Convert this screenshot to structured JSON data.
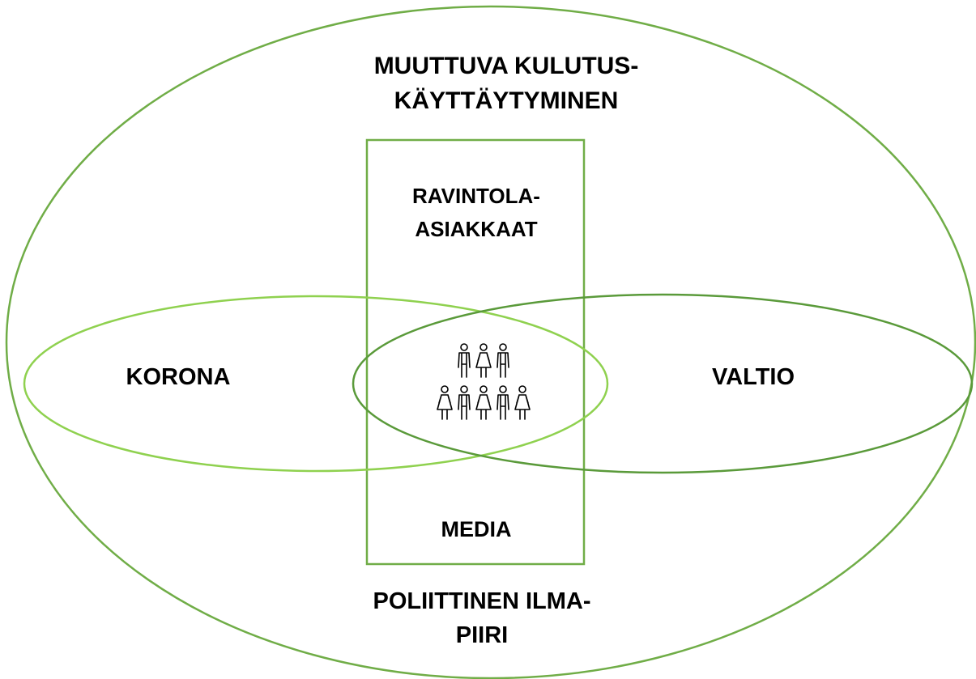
{
  "diagram": {
    "outer_label_top": [
      "MUUTTUVA KULUTUS-",
      "KÄYTTÄYTYMINEN"
    ],
    "center_box_label": [
      "RAVINTOLA-",
      "ASIAKKAAT"
    ],
    "left_ellipse_label": "KORONA",
    "right_ellipse_label": "VALTIO",
    "box_bottom_label": "MEDIA",
    "outer_label_bottom": [
      "POLIITTINEN ILMA-",
      "PIIRI"
    ]
  },
  "colors": {
    "outer_ellipse": "#70ad47",
    "left_ellipse": "#8fd14f",
    "right_ellipse": "#5a9a3a",
    "center_box": "#70ad47",
    "people_icon": "#000000"
  },
  "icons": {
    "people_group": "people-group-icon"
  }
}
